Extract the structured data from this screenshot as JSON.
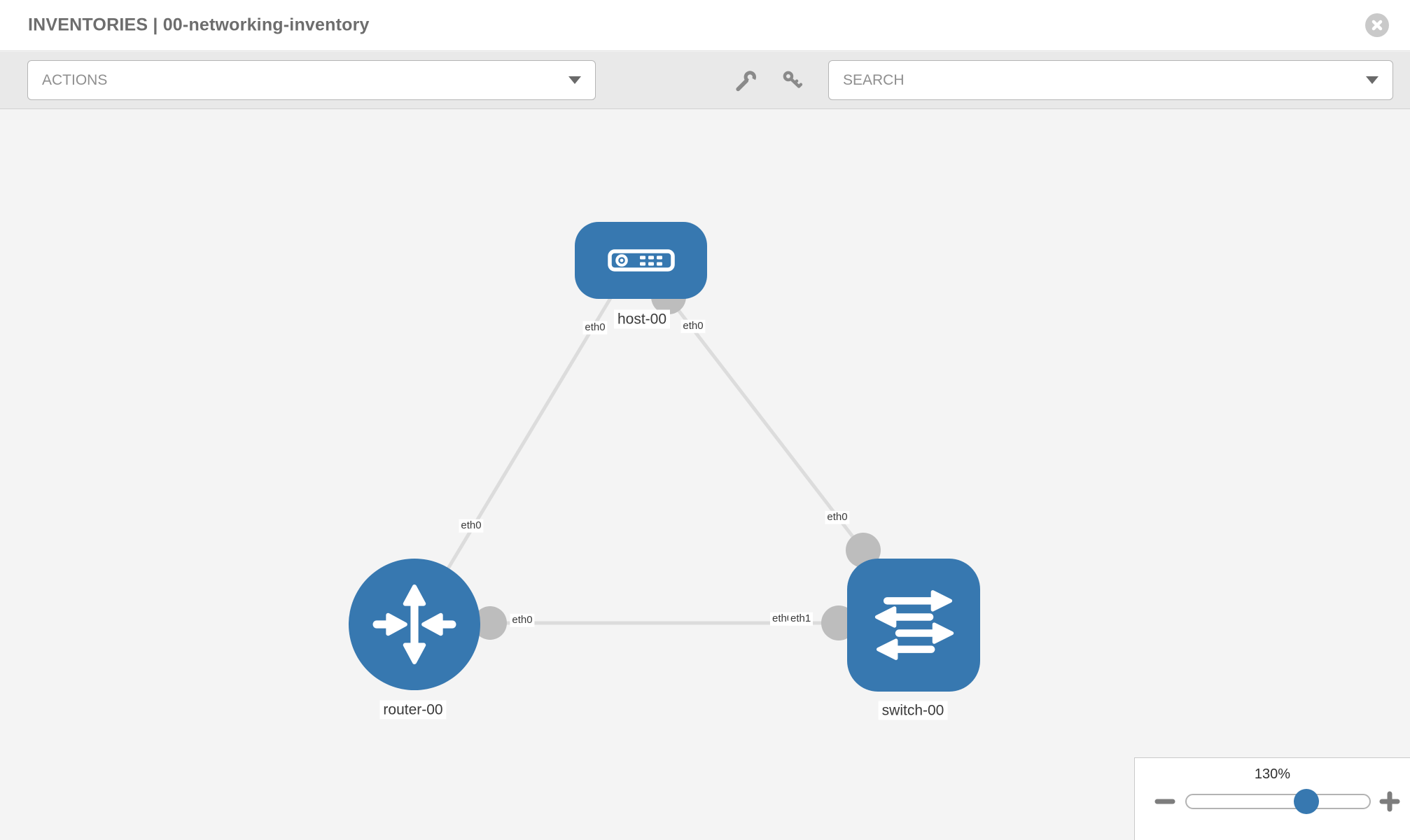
{
  "header": {
    "title": "INVENTORIES | 00-networking-inventory"
  },
  "toolbar": {
    "actions_label": "ACTIONS",
    "search_placeholder": "SEARCH",
    "icons": [
      "wrench",
      "key"
    ]
  },
  "topology": {
    "nodes": [
      {
        "id": "host-00",
        "type": "host",
        "label": "host-00"
      },
      {
        "id": "router-00",
        "type": "router",
        "label": "router-00"
      },
      {
        "id": "switch-00",
        "type": "switch",
        "label": "switch-00"
      }
    ],
    "links": [
      {
        "from": "host-00",
        "from_interface": "eth0",
        "to": "router-00",
        "to_interface": "eth0"
      },
      {
        "from": "host-00",
        "from_interface": "eth0",
        "to": "switch-00",
        "to_interface": "eth0"
      },
      {
        "from": "router-00",
        "from_interface": "eth0",
        "to": "switch-00",
        "to_interface": "eth1"
      }
    ],
    "iface_labels": {
      "host_left": "eth0",
      "host_right": "eth0",
      "router_top": "eth0",
      "switch_top": "eth0",
      "router_right": "eth0",
      "switch_left_back": "eth0",
      "switch_left_front": "eth1"
    }
  },
  "zoom_control": {
    "value": "130%",
    "percent": 130,
    "zoom_out_icon": "minus",
    "zoom_in_icon": "plus"
  },
  "colors": {
    "node_blue": "#3778b0",
    "connector_gray": "#bdbdbd",
    "link_gray": "#dcdcdc",
    "toolbar_gray": "#e9e9e9",
    "canvas_gray": "#f4f4f4"
  }
}
